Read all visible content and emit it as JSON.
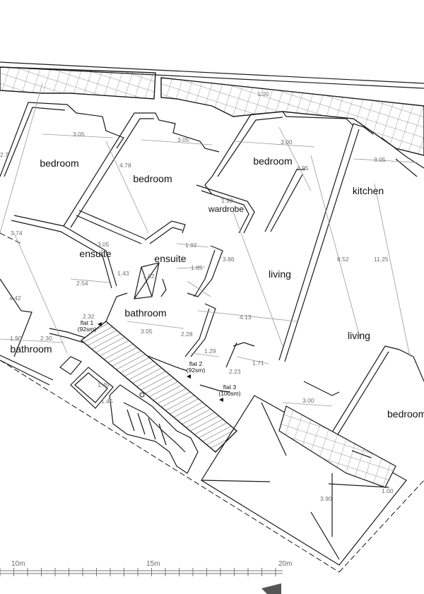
{
  "rooms": {
    "bedroom_1": "bedroom",
    "bedroom_2": "bedroom",
    "bedroom_3": "bedroom",
    "bedroom_4": "bedroom",
    "kitchen": "kitchen",
    "wardrobe": "wardrobe",
    "ensuite_1": "ensuite",
    "ensuite_2": "ensuite",
    "living_1": "living",
    "living_2": "living",
    "bathroom_1": "bathroom",
    "bathroom_2": "bathroom"
  },
  "flats": {
    "flat1_name": "flat 1",
    "flat1_area": "(92sm)",
    "flat2_name": "flat 2",
    "flat2_area": "(92sm)",
    "flat3_name": "flat 3",
    "flat3_area": "(100sm)"
  },
  "dimensions": {
    "d_1_00_top": "1.00",
    "d_3_05_a": "3.05",
    "d_3_05_b": "3.05",
    "d_3_00_a": "3.00",
    "d_3_05_c": "3.05",
    "d_4_78": "4.78",
    "d_4_95": "4.95",
    "d_1_92_a": "1.92",
    "d_3_74": "3.74",
    "d_3_05_d": "3.05",
    "d_1_92_b": "1.92",
    "d_1_85": "1.85",
    "d_3_86": "3.86",
    "d_8_52": "8.52",
    "d_11_25": "11.25",
    "d_1_43": "1.43",
    "d_2_54": "2.54",
    "d_4_42": "4.42",
    "d_4_13": "4.13",
    "d_2_32": "2.32",
    "d_3_05_e": "3.05",
    "d_2_28": "2.28",
    "d_1_90": "1.90",
    "d_2_30": "2.30",
    "d_1_29": "1.29",
    "d_1_71": "1.71",
    "d_2_23": "2.23",
    "d_1_45": "1.45",
    "d_1_45_b": "1.45",
    "d_3_00_b": "3.00",
    "d_3_90": "3.90",
    "d_1_00_bottom": "1.00",
    "d_2_7": "2.7",
    "d_1_02": "1.02"
  },
  "scale_bar": {
    "label_10": "10m",
    "label_15": "15m",
    "label_20": "20m"
  },
  "colors": {
    "wall_stroke": "#1a1a1a",
    "dimension_gray": "#9a9a9a",
    "hatch_gray": "#6e6e6e"
  }
}
